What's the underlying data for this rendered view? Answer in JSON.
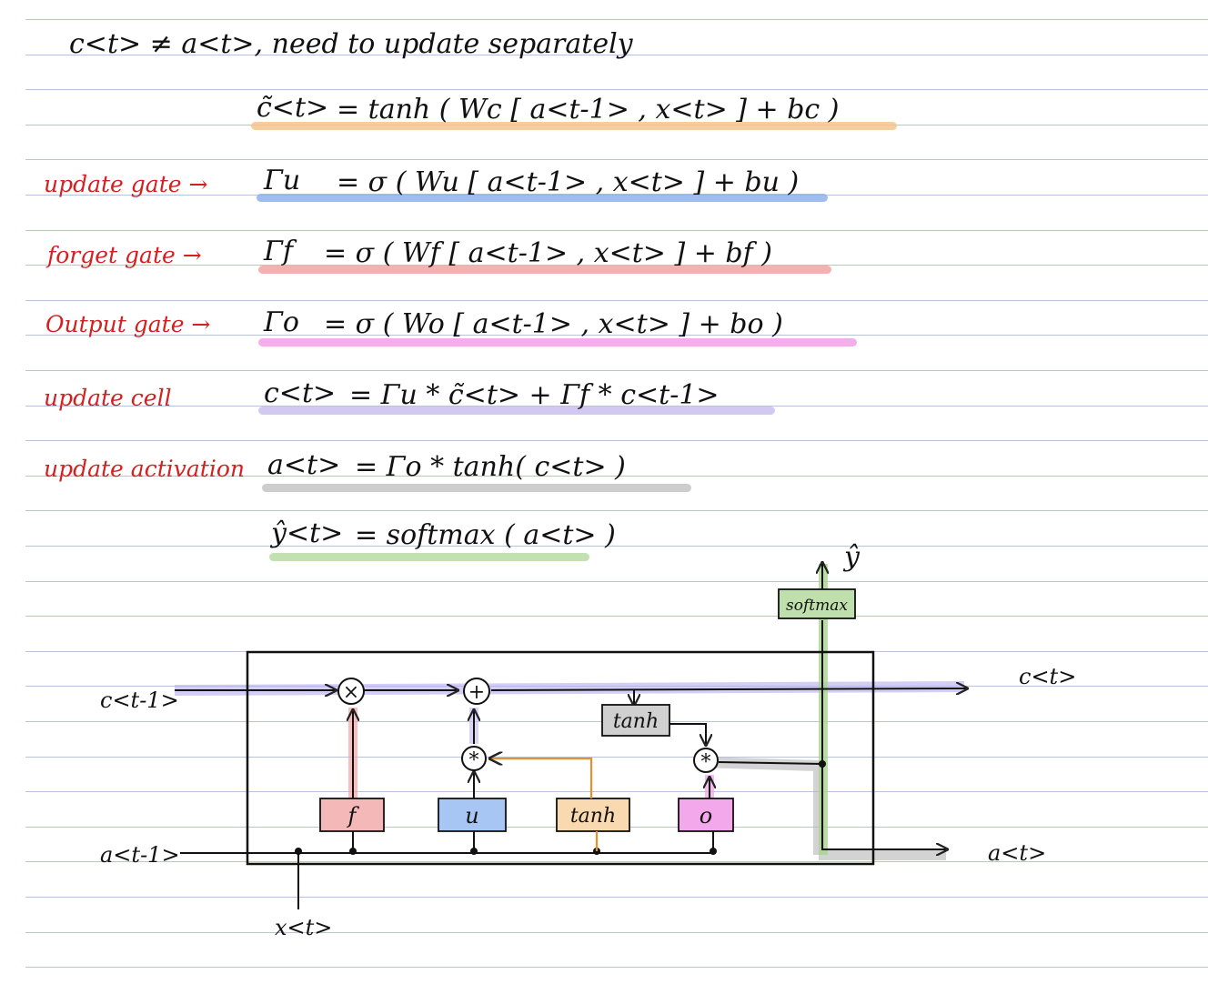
{
  "header_note": "c<t> ≠ a<t>, need to update separately",
  "equations": [
    {
      "label": "",
      "lhs": "c̃<t>",
      "rhs": "= tanh ( Wc [ a<t-1> , x<t> ] + bc )",
      "highlight": "#f6c38d"
    },
    {
      "label": "update gate →",
      "lhs": "Γu",
      "rhs": "= σ ( Wu [ a<t-1> , x<t> ] + bu )",
      "highlight": "#8fb3ea"
    },
    {
      "label": "forget gate →",
      "lhs": "Γf",
      "rhs": "= σ ( Wf [ a<t-1> , x<t> ] + bf )",
      "highlight": "#f2a3a3"
    },
    {
      "label": "Output gate →",
      "lhs": "Γo",
      "rhs": "= σ ( Wo [ a<t-1> , x<t> ] + bo )",
      "highlight": "#f2a0e6"
    },
    {
      "label": "update cell",
      "lhs": "c<t>",
      "rhs": "= Γu * c̃<t> + Γf * c<t-1>",
      "highlight": "#c9c0f0"
    },
    {
      "label": "update activation",
      "lhs": "a<t>",
      "rhs": "= Γo * tanh( c<t> )",
      "highlight": "#c4c4c4"
    },
    {
      "label": "",
      "lhs": "ŷ<t>",
      "rhs": "= softmax ( a<t> )",
      "highlight": "#b9dba6"
    }
  ],
  "diagram": {
    "inputs": {
      "c_prev": "c<t-1>",
      "a_prev": "a<t-1>",
      "x": "x<t>"
    },
    "outputs": {
      "c": "c<t>",
      "a": "a<t>",
      "y": "ŷ"
    },
    "gates": [
      {
        "label": "f",
        "color": "#f4b8b8"
      },
      {
        "label": "u",
        "color": "#a8c6f4"
      },
      {
        "label": "tanh",
        "color": "#f9d9b0"
      },
      {
        "label": "o",
        "color": "#f4a8ec"
      }
    ],
    "ops": {
      "multiply": "×",
      "add": "+",
      "star": "*"
    },
    "tanh_box": "tanh",
    "softmax_box": "softmax",
    "colors": {
      "cell_line": "#b8aef0",
      "activation_line": "#b5b5b5",
      "softmax_line": "#a7d48f",
      "update_arrow": "#f2a35a",
      "label_red": "#d42020"
    }
  }
}
